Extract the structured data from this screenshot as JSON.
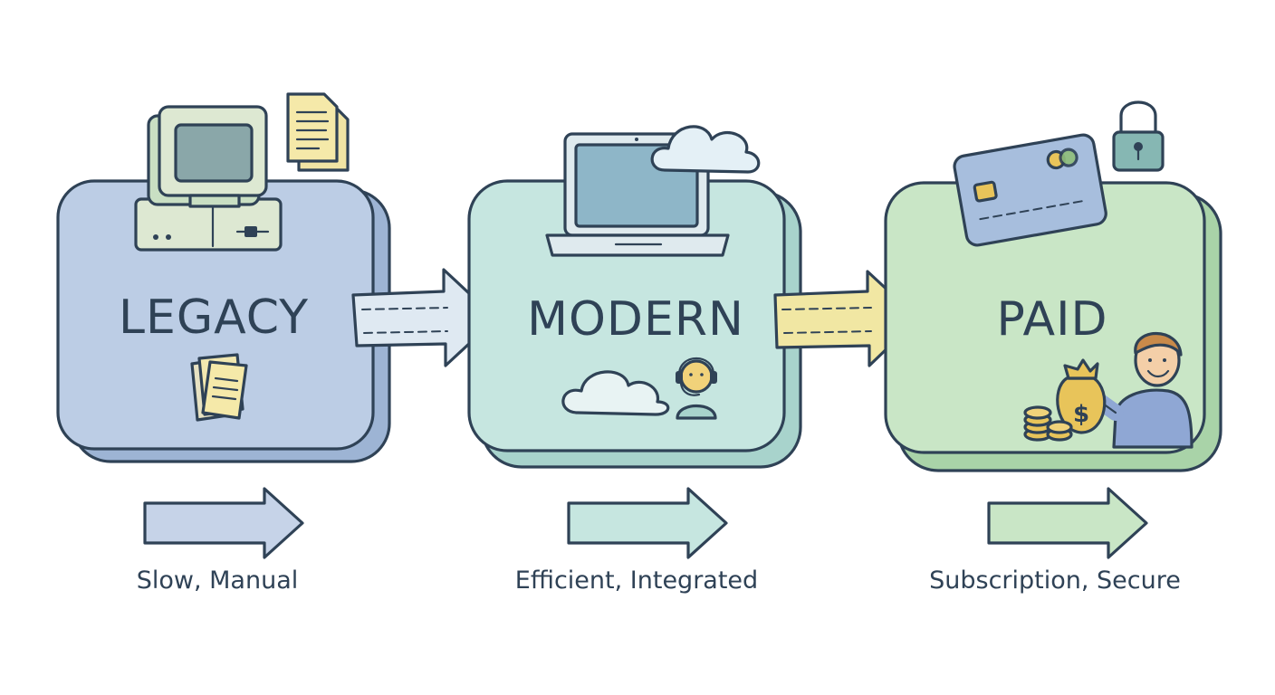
{
  "stages": [
    {
      "title": "LEGACY",
      "caption": "Slow, Manual"
    },
    {
      "title": "MODERN",
      "caption": "Efficient, Integrated"
    },
    {
      "title": "PAID",
      "caption": "Subscription, Secure"
    }
  ],
  "icons": {
    "legacy": [
      "computer-icon",
      "documents-icon",
      "paper-stack-icon"
    ],
    "modern": [
      "laptop-icon",
      "cloud-icon",
      "headset-support-icon"
    ],
    "paid": [
      "credit-card-icon",
      "padlock-icon",
      "money-bag-icon",
      "coins-icon",
      "person-icon"
    ]
  },
  "colors": {
    "ink": "#2f4256",
    "legacy_fill": "#bccde5",
    "modern_fill": "#c6e6e0",
    "paid_fill": "#c9e6c6",
    "arrow_1": "#dfe9f2",
    "arrow_2": "#f1e7a3",
    "accent_gold": "#e8c45a"
  }
}
